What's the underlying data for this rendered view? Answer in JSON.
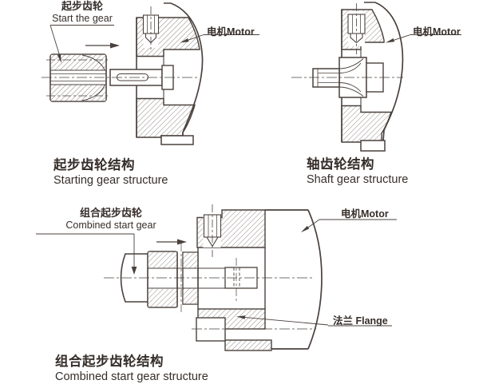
{
  "colors": {
    "background": "#ffffff",
    "line": "#4a413d",
    "hatch": "#5f554f",
    "text": "#362e2a"
  },
  "diagrams": {
    "starting_gear": {
      "part_label": {
        "zh": "起步齿轮",
        "en": "Start the gear"
      },
      "motor_label": "电机Motor",
      "caption": {
        "zh": "起步齿轮结构",
        "en": "Starting gear structure"
      }
    },
    "shaft_gear": {
      "motor_label": "电机Motor",
      "caption": {
        "zh": "轴齿轮结构",
        "en": "Shaft gear structure"
      }
    },
    "combined_gear": {
      "part_label": {
        "zh": "组合起步齿轮",
        "en": "Combined start gear"
      },
      "motor_label": "电机Motor",
      "flange_label": "法兰 Flange",
      "caption": {
        "zh": "组合起步齿轮结构",
        "en": "Combined start gear structure"
      }
    }
  }
}
